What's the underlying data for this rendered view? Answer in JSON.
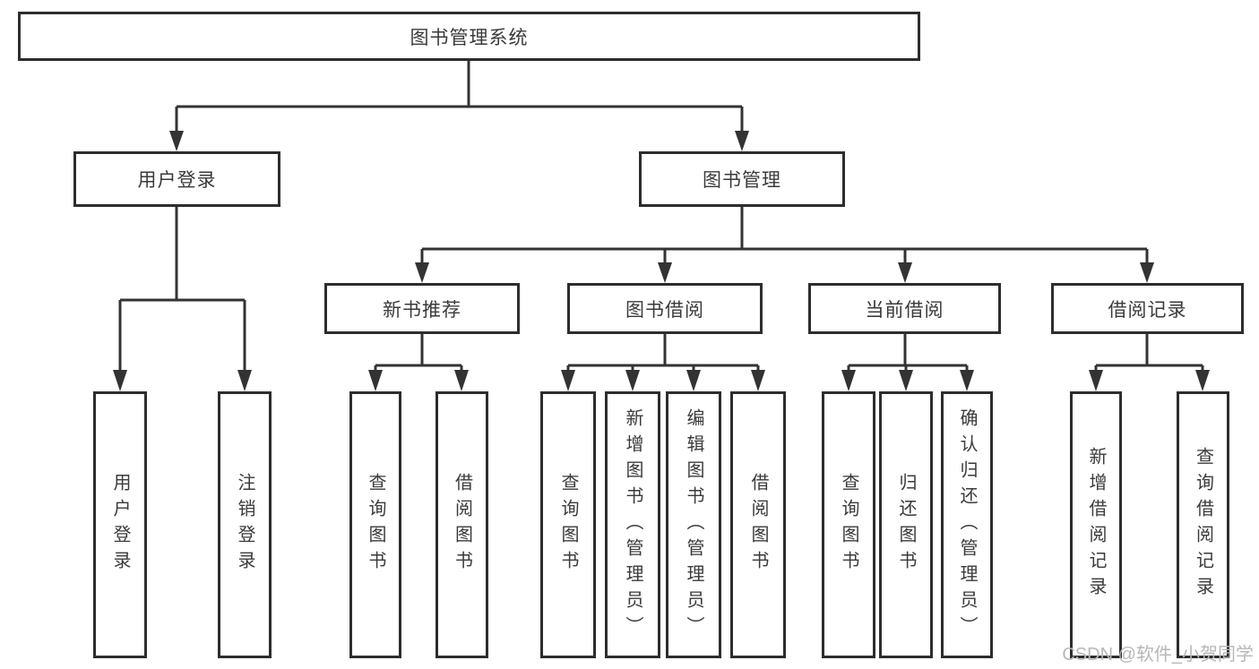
{
  "tree": {
    "label": "图书管理系统",
    "children": [
      {
        "label": "用户登录",
        "children": [
          {
            "label": "用户登录"
          },
          {
            "label": "注销登录"
          }
        ]
      },
      {
        "label": "图书管理",
        "children": [
          {
            "label": "新书推荐",
            "children": [
              {
                "label": "查询图书"
              },
              {
                "label": "借阅图书"
              }
            ]
          },
          {
            "label": "图书借阅",
            "children": [
              {
                "label": "查询图书"
              },
              {
                "label": "新增图书（管理员）"
              },
              {
                "label": "编辑图书（管理员）"
              },
              {
                "label": "借阅图书"
              }
            ]
          },
          {
            "label": "当前借阅",
            "children": [
              {
                "label": "查询图书"
              },
              {
                "label": "归还图书"
              },
              {
                "label": "确认归还（管理员）"
              }
            ]
          },
          {
            "label": "借阅记录",
            "children": [
              {
                "label": "新增借阅记录"
              },
              {
                "label": "查询借阅记录"
              }
            ]
          }
        ]
      }
    ]
  },
  "watermark": "CSDN @软件_小贺同学",
  "colors": {
    "line": "#333333",
    "box_border": "#2d2d2d",
    "text": "#3a3a3a",
    "watermark": "#b7b7b7",
    "background": "#ffffff"
  }
}
